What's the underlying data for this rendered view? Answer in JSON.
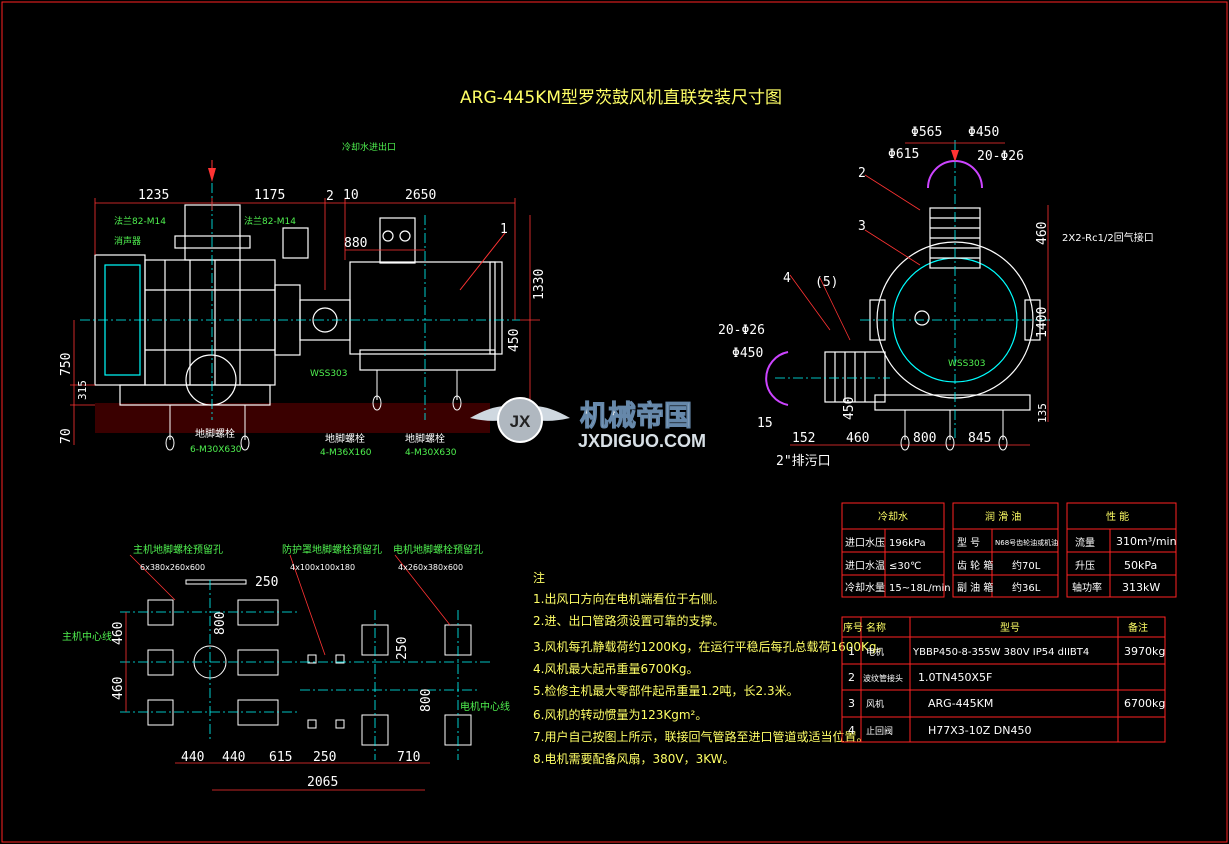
{
  "title": "ARG-445KM型罗茨鼓风机直联安装尺寸图",
  "front_view": {
    "dims": [
      "1235",
      "1175",
      "10",
      "2650",
      "880",
      "1330",
      "450",
      "750",
      "315",
      "70"
    ],
    "callouts": [
      "1",
      "2"
    ],
    "labels": [
      "法兰82-M14",
      "法兰82-M14",
      "消声器",
      "冷却水进出口",
      "WSS303"
    ],
    "anchor_labels": [
      "地脚螺栓",
      "6-M30X630",
      "地脚螺栓",
      "4-M36X160",
      "地脚螺栓",
      "4-M30X630"
    ]
  },
  "side_view": {
    "dims": [
      "Φ565",
      "Φ450",
      "Φ615",
      "20-Φ26",
      "460",
      "1400",
      "135",
      "20-Φ26",
      "Φ450",
      "152",
      "460",
      "800",
      "845",
      "450",
      "15"
    ],
    "callouts": [
      "2",
      "3",
      "4",
      "(5)"
    ],
    "labels": [
      "2X2-Rc1/2回气接口",
      "2\"排污口",
      "WSS303"
    ]
  },
  "plan_view": {
    "labels": [
      "主机地脚螺栓预留孔",
      "防护罩地脚螺栓预留孔",
      "电机地脚螺栓预留孔",
      "主机中心线",
      "电机中心线"
    ],
    "hole_sizes": [
      "6x380x260x600",
      "4x100x100x180",
      "4x260x380x600"
    ],
    "dims": [
      "250",
      "460",
      "460",
      "800",
      "250",
      "800",
      "440",
      "440",
      "615",
      "250",
      "710",
      "2065"
    ]
  },
  "notes": {
    "heading": "注",
    "items": [
      "1.出风口方向在电机端看位于右侧。",
      "2.进、出口管路须设置可靠的支撑。",
      "3.风机每孔静载荷约1200Kg，在运行平稳后每孔总载荷1600Kg。",
      "4.风机最大起吊重量6700Kg。",
      "5.检修主机最大零部件起吊重量1.2吨，长2.3米。",
      "6.风机的转动惯量为123Kgm²。",
      "7.用户自己按图上所示，联接回气管路至进口管道或适当位置。",
      "8.电机需要配备风扇，380V，3KW。"
    ]
  },
  "tables": {
    "cooling": {
      "header": "冷却水",
      "rows": [
        [
          "进口水压",
          "196kPa"
        ],
        [
          "进口水温",
          "≤30℃"
        ],
        [
          "冷却水量",
          "15~18L/min"
        ]
      ]
    },
    "lube": {
      "header": "润 滑 油",
      "rows": [
        [
          "型  号",
          "N68号齿轮油或机油"
        ],
        [
          "齿 轮 箱",
          "约70L"
        ],
        [
          "副 油 箱",
          "约36L"
        ]
      ]
    },
    "performance": {
      "header": "性  能",
      "rows": [
        [
          "流量",
          "310m³/min"
        ],
        [
          "升压",
          "50kPa"
        ],
        [
          "轴功率",
          "313kW"
        ]
      ]
    },
    "parts": {
      "columns": [
        "序号",
        "名称",
        "型号",
        "备注"
      ],
      "rows": [
        [
          "1",
          "电机",
          "YBBP450-8-355W 380V IP54 dIIBT4",
          "3970kg"
        ],
        [
          "2",
          "波纹管接头",
          "1.0TN450X5F",
          ""
        ],
        [
          "3",
          "风机",
          "ARG-445KM",
          "6700kg"
        ],
        [
          "4",
          "止回阀",
          "H77X3-10Z DN450",
          ""
        ]
      ]
    }
  },
  "watermark": {
    "brand": "机械帝国",
    "url": "JXDIGUO.COM",
    "mark": "JX"
  },
  "colors": {
    "background": "#000000",
    "outline": "#ffffff",
    "centerline": "#00ffff",
    "dimension": "#ff3333",
    "leader": "#ff3333",
    "hatching": "#ff4444",
    "note_text": "#ffff66",
    "table_border": "#ff2222",
    "label_green": "#4ff04f",
    "flange": "#cc44ff"
  }
}
